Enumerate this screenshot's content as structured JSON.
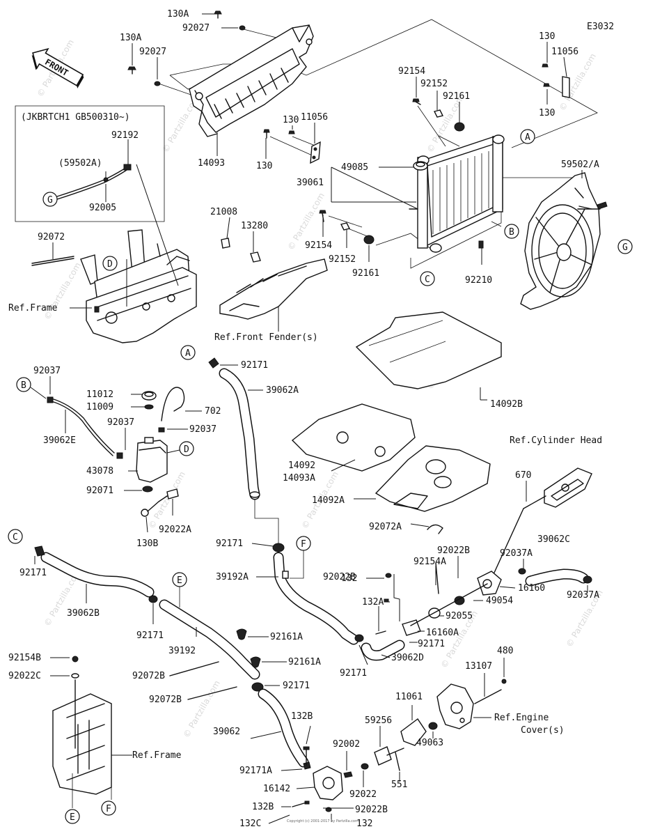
{
  "diagram_id": "E3032",
  "front_arrow_label": "FRONT",
  "vin_note": "(JKBRTCH1 GB500310~)",
  "watermark": "© Partzilla.com",
  "footer_text": "Copyright (c) 2001-2017 by Partzilla.com",
  "parts": {
    "p130A_top": "130A",
    "p92027_top": "92027",
    "p130A_left": "130A",
    "p92027_left": "92027",
    "p14093": "14093",
    "p130_mid1": "130",
    "p11056_mid": "11056",
    "p130_mid2": "130",
    "p130_tr1": "130",
    "p11056_tr": "11056",
    "p130_tr2": "130",
    "p92154_top": "92154",
    "p92152_top": "92152",
    "p92161_top": "92161",
    "p49085": "49085",
    "p39061": "39061",
    "p59502A": "59502/A",
    "p92154_mid": "92154",
    "p92152_mid": "92152",
    "p92161_mid": "92161",
    "p92210": "92210",
    "p21008": "21008",
    "p13280": "13280",
    "p92072_top": "92072",
    "p92192": "92192",
    "p59502A_paren": "(59502A)",
    "p92005": "92005",
    "ref_frame_top": "Ref.Frame",
    "ref_front_fender": "Ref.Front Fender(s)",
    "p92037_a": "92037",
    "p39062E": "39062E",
    "p11012": "11012",
    "p11009": "11009",
    "p702": "702",
    "p92037_b": "92037",
    "p92037_c": "92037",
    "p43078": "43078",
    "p92071": "92071",
    "p92022A": "92022A",
    "p130B": "130B",
    "p92171_a": "92171",
    "p39062A": "39062A",
    "p14092B": "14092B",
    "ref_cylinder_head": "Ref.Cylinder Head",
    "p670": "670",
    "p14092": "14092",
    "p14093A": "14093A",
    "p14092A": "14092A",
    "p92072A": "92072A",
    "p92037A_a": "92037A",
    "p39062C": "39062C",
    "p92037A_b": "92037A",
    "p16160": "16160",
    "p49054": "49054",
    "p92055": "92055",
    "p16160A": "16160A",
    "p92022B_a": "92022B",
    "p92154A": "92154A",
    "p132_a": "132",
    "p92022B_b": "92022B",
    "p132A": "132A",
    "p92171_b": "92171",
    "p39062D": "39062D",
    "p92171_c": "92171",
    "p92171_d": "92171",
    "p39192A": "39192A",
    "p92171_e": "92171",
    "p39062B": "39062B",
    "p92171_f": "92171",
    "p39192": "39192",
    "p92161A_a": "92161A",
    "p92161A_b": "92161A",
    "p92171_g": "92171",
    "p92072B_a": "92072B",
    "p92072B_b": "92072B",
    "p92154B": "92154B",
    "p92022C": "92022C",
    "ref_frame_bottom": "Ref.Frame",
    "p39062": "39062",
    "p92171A": "92171A",
    "p16142": "16142",
    "p132B_a": "132B",
    "p132B_b": "132B",
    "p132C": "132C",
    "p132_b": "132",
    "p92022B_c": "92022B",
    "p92002": "92002",
    "p92022": "92022",
    "p59256": "59256",
    "p551": "551",
    "p11061": "11061",
    "p49063": "49063",
    "p13107": "13107",
    "p480": "480",
    "ref_engine_cover_1": "Ref.Engine",
    "ref_engine_cover_2": "Cover(s)"
  },
  "callouts": {
    "A": "A",
    "B": "B",
    "C": "C",
    "D": "D",
    "E": "E",
    "F": "F",
    "G": "G"
  }
}
